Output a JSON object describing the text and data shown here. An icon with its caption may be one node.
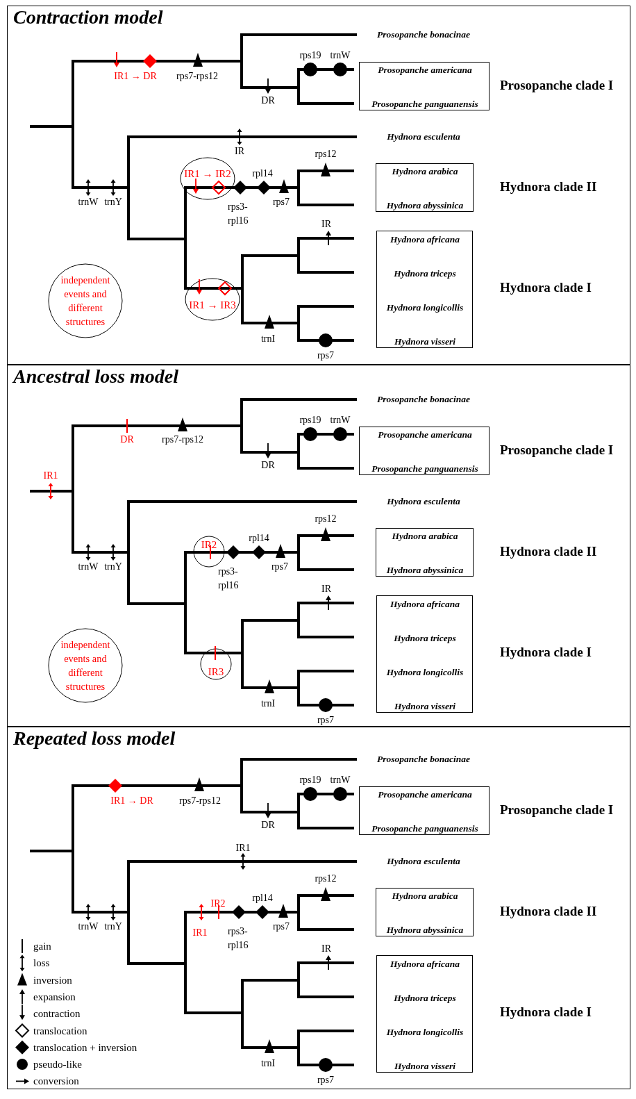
{
  "diagram": {
    "nodes": [
      {
        "text": [
          "Contraction model"
        ]
      },
      {
        "text": [],
        "shape": "box",
        "in": 0,
        "beside": [
          "Prosopanche clade I"
        ]
      },
      {
        "text": [
          "Prosopanche americana"
        ],
        "in": 1
      },
      {
        "text": [
          "Prosopanche panguanensis"
        ],
        "in": 1
      },
      {
        "text": [],
        "shape": "box",
        "in": 0,
        "beside": [
          "Hydnora clade II"
        ]
      },
      {
        "text": [
          "Hydnora arabica"
        ],
        "in": 4
      },
      {
        "text": [
          "Hydnora abyssinica"
        ],
        "in": 4
      },
      {
        "text": [],
        "shape": "box",
        "in": 0,
        "beside": [
          "Hydnora clade I"
        ]
      },
      {
        "text": [
          "Hydnora africana"
        ],
        "in": 7
      },
      {
        "text": [
          "Hydnora triceps"
        ],
        "in": 7
      },
      {
        "text": [
          "Hydnora longicollis"
        ],
        "in": 7
      },
      {
        "text": [
          "Hydnora visseri"
        ],
        "in": 7
      },
      {
        "text": [
          "IR1 → IR2"
        ],
        "in": 0
      },
      {
        "text": [
          "IR1 → IR3"
        ],
        "in": 0
      },
      {
        "text": [
          "independent events and different structures"
        ],
        "in": 0
      },
      {
        "text": [
          "Ancestral loss model"
        ]
      },
      {
        "text": [],
        "shape": "box",
        "in": 15,
        "beside": [
          "Prosopanche clade I"
        ]
      },
      {
        "text": [
          "Prosopanche americana"
        ],
        "in": 16
      },
      {
        "text": [
          "Prosopanche panguanensis"
        ],
        "in": 16
      },
      {
        "text": [],
        "shape": "box",
        "in": 15,
        "beside": [
          "Hydnora clade II"
        ]
      },
      {
        "text": [
          "Hydnora arabica"
        ],
        "in": 19
      },
      {
        "text": [
          "Hydnora abyssinica"
        ],
        "in": 19
      },
      {
        "text": [],
        "shape": "box",
        "in": 15,
        "beside": [
          "Hydnora clade I"
        ]
      },
      {
        "text": [
          "Hydnora africana"
        ],
        "in": 22
      },
      {
        "text": [
          "Hydnora triceps"
        ],
        "in": 22
      },
      {
        "text": [
          "Hydnora longicollis"
        ],
        "in": 22
      },
      {
        "text": [
          "Hydnora visseri"
        ],
        "in": 22
      },
      {
        "text": [
          "IR2"
        ],
        "in": 15
      },
      {
        "text": [
          "IR3"
        ],
        "in": 15
      },
      {
        "text": [
          "independent events and different structures"
        ],
        "in": 15
      },
      {
        "text": [
          "Repeated loss model"
        ]
      },
      {
        "text": [],
        "shape": "box",
        "in": 30,
        "beside": [
          "Prosopanche clade I"
        ]
      },
      {
        "text": [
          "Prosopanche americana"
        ],
        "in": 31
      },
      {
        "text": [
          "Prosopanche panguanensis"
        ],
        "in": 31
      },
      {
        "text": [],
        "shape": "box",
        "in": 30,
        "beside": [
          "Hydnora clade II"
        ]
      },
      {
        "text": [
          "Hydnora arabica"
        ],
        "in": 34
      },
      {
        "text": [
          "Hydnora abyssinica"
        ],
        "in": 34
      },
      {
        "text": [],
        "shape": "box",
        "in": 30,
        "beside": [
          "Hydnora clade I"
        ]
      },
      {
        "text": [
          "Hydnora africana"
        ],
        "in": 37
      },
      {
        "text": [
          "Hydnora triceps"
        ],
        "in": 37
      },
      {
        "text": [
          "Hydnora longicollis"
        ],
        "in": 37
      },
      {
        "text": [
          "Hydnora visseri"
        ],
        "in": 37
      }
    ],
    "labels": [
      "Prosopanche bonacinae",
      "rps19",
      "trnW",
      "IR1 → DR",
      "rps7-rps12",
      "DR",
      "Hydnora esculenta",
      "IR",
      "rps12",
      "trnW",
      "trnY",
      "rpl14",
      "rps3- rpl16",
      "rps7",
      "IR",
      "trnI",
      "rps7",
      "Prosopanche bonacinae",
      "rps19",
      "trnW",
      "DR",
      "rps7-rps12",
      "DR",
      "IR1",
      "Hydnora esculenta",
      "rps12",
      "rpl14",
      "trnW",
      "trnY",
      "rps3- rpl16",
      "rps7",
      "IR",
      "trnI",
      "rps7",
      "Prosopanche bonacinae",
      "rps19",
      "trnW",
      "IR1 → DR",
      "rps7-rps12",
      "DR",
      "IR1",
      "Hydnora esculenta",
      "rps12",
      "IR2",
      "rpl14",
      "trnW",
      "trnY",
      "IR1",
      "rps3- rpl16",
      "rps7",
      "IR",
      "trnI",
      "rps7"
    ],
    "legend": [
      {
        "text": "gain"
      },
      {
        "text": "loss"
      },
      {
        "text": "inversion"
      },
      {
        "text": "expansion"
      },
      {
        "text": "contraction"
      },
      {
        "text": "translocation"
      },
      {
        "text": "translocation + inversion"
      },
      {
        "text": "pseudo-like"
      },
      {
        "text": "conversion"
      }
    ]
  }
}
